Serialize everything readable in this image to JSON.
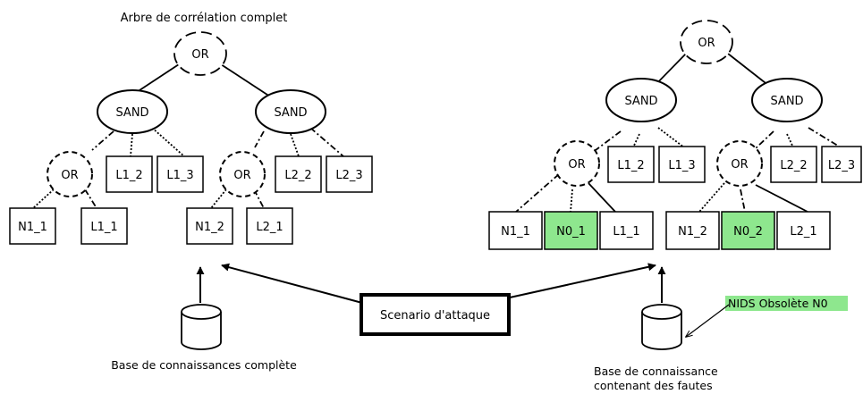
{
  "left_title": "Arbre de corrélation complet",
  "scenario_label": "Scenario d'attaque",
  "left_db_caption": "Base de connaissances complète",
  "right_db_caption": [
    "Base de connaissance",
    "contenant des fautes"
  ],
  "annotation": "NIDS Obsolète  N0",
  "colors": {
    "highlight": "#8ee78e",
    "stroke": "#000000"
  },
  "left_tree": {
    "root": "OR",
    "sand": [
      "SAND",
      "SAND"
    ],
    "ors": [
      "OR",
      "OR"
    ],
    "leaves_mid": [
      "L1_2",
      "L1_3",
      "L2_2",
      "L2_3"
    ],
    "leaves_bottom": [
      "N1_1",
      "L1_1",
      "N1_2",
      "L2_1"
    ]
  },
  "right_tree": {
    "root": "OR",
    "sand": [
      "SAND",
      "SAND"
    ],
    "ors": [
      "OR",
      "OR"
    ],
    "leaves_mid": [
      "L1_2",
      "L1_3",
      "L2_2",
      "L2_3"
    ],
    "leaves_bottom": [
      "N1_1",
      "N0_1",
      "L1_1",
      "N1_2",
      "N0_2",
      "L2_1"
    ],
    "highlighted": [
      "N0_1",
      "N0_2"
    ]
  }
}
